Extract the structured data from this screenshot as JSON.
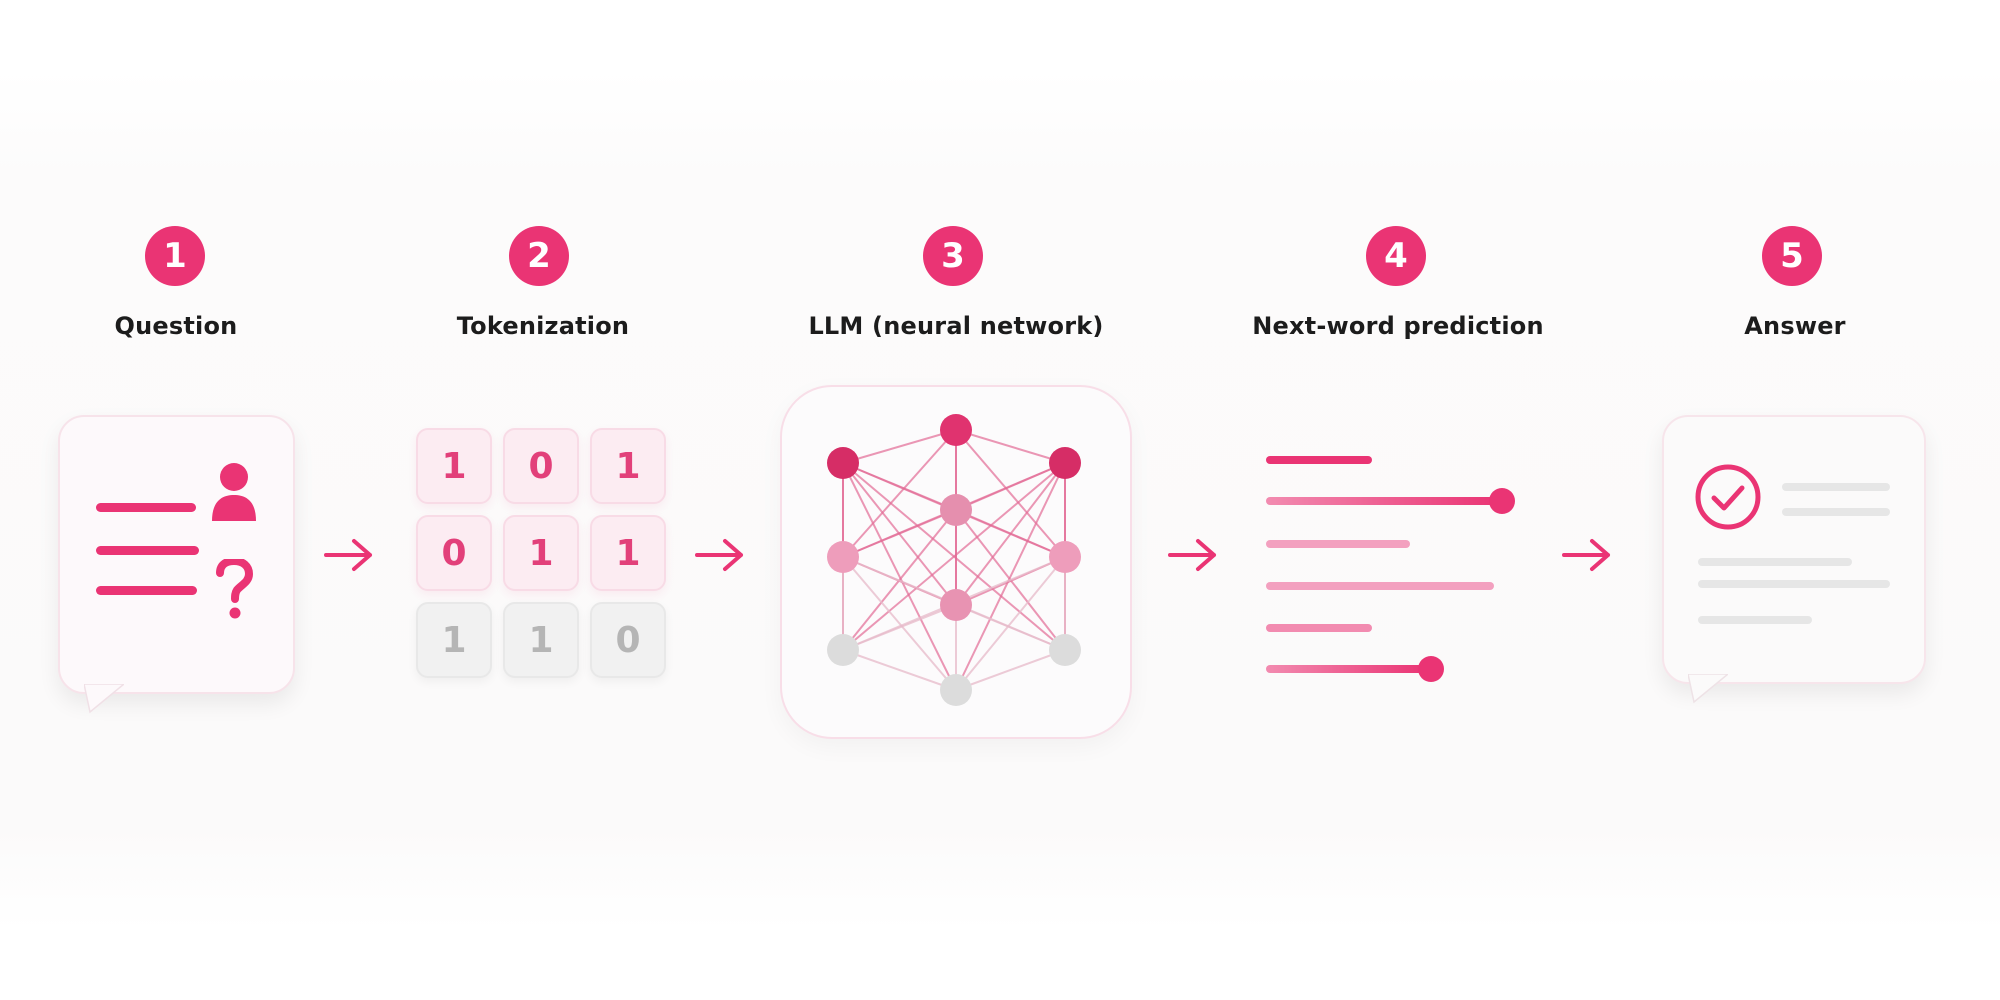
{
  "colors": {
    "accent": "#ea3474",
    "accent_light": "#f28bb0",
    "gray": "#d6d6d6"
  },
  "steps": [
    {
      "number": "1",
      "title": "Question",
      "icon": "question-bubble-icon"
    },
    {
      "number": "2",
      "title": "Tokenization",
      "icon": "token-grid-icon"
    },
    {
      "number": "3",
      "title": "LLM (neural network)",
      "icon": "neural-network-icon"
    },
    {
      "number": "4",
      "title": "Next-word prediction",
      "icon": "prediction-bars-icon"
    },
    {
      "number": "5",
      "title": "Answer",
      "icon": "answer-check-icon"
    }
  ],
  "tokens": [
    [
      "1",
      "0",
      "1"
    ],
    [
      "0",
      "1",
      "1"
    ],
    [
      "1",
      "1",
      "0"
    ]
  ]
}
